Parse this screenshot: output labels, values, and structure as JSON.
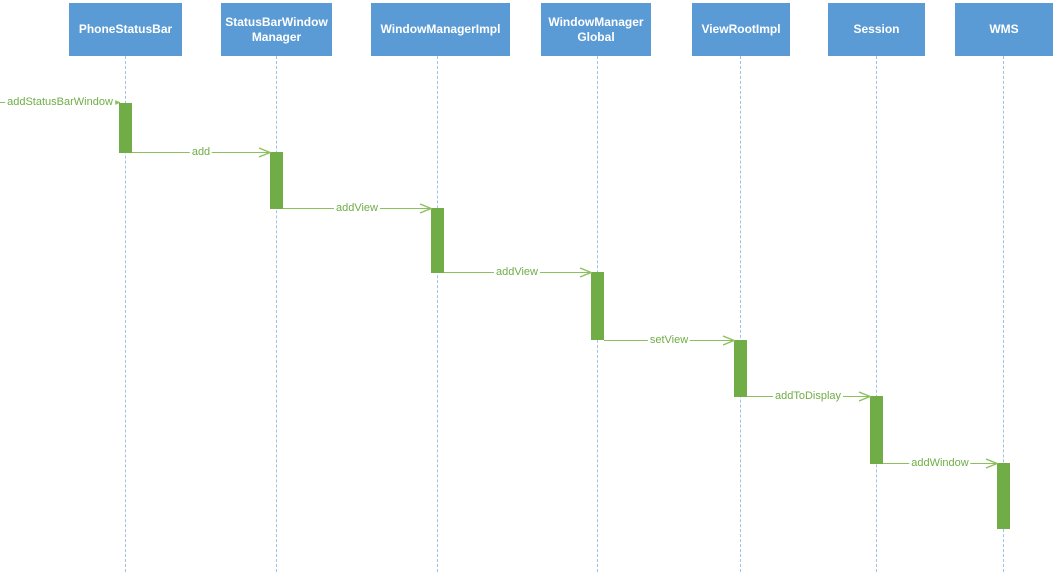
{
  "diagram": {
    "type": "sequence-diagram",
    "participants": [
      {
        "label": "PhoneStatusBar"
      },
      {
        "label": "StatusBarWindow\nManager"
      },
      {
        "label": "WindowManagerImpl"
      },
      {
        "label": "WindowManager\nGlobal"
      },
      {
        "label": "ViewRootImpl"
      },
      {
        "label": "Session"
      },
      {
        "label": "WMS"
      }
    ],
    "messages": [
      {
        "label": "addStatusBarWindow",
        "from": "external",
        "to": "PhoneStatusBar"
      },
      {
        "label": "add",
        "from": "PhoneStatusBar",
        "to": "StatusBarWindowManager"
      },
      {
        "label": "addView",
        "from": "StatusBarWindowManager",
        "to": "WindowManagerImpl"
      },
      {
        "label": "addView",
        "from": "WindowManagerImpl",
        "to": "WindowManagerGlobal"
      },
      {
        "label": "setView",
        "from": "WindowManagerGlobal",
        "to": "ViewRootImpl"
      },
      {
        "label": "addToDisplay",
        "from": "ViewRootImpl",
        "to": "Session"
      },
      {
        "label": "addWindow",
        "from": "Session",
        "to": "WMS"
      }
    ],
    "colors": {
      "participant_fill": "#5B9BD5",
      "participant_text": "#FFFFFF",
      "lifeline": "#9DC3E6",
      "activation_fill": "#70AD47",
      "message_line": "#8CC05F",
      "message_text": "#70AD47"
    }
  }
}
